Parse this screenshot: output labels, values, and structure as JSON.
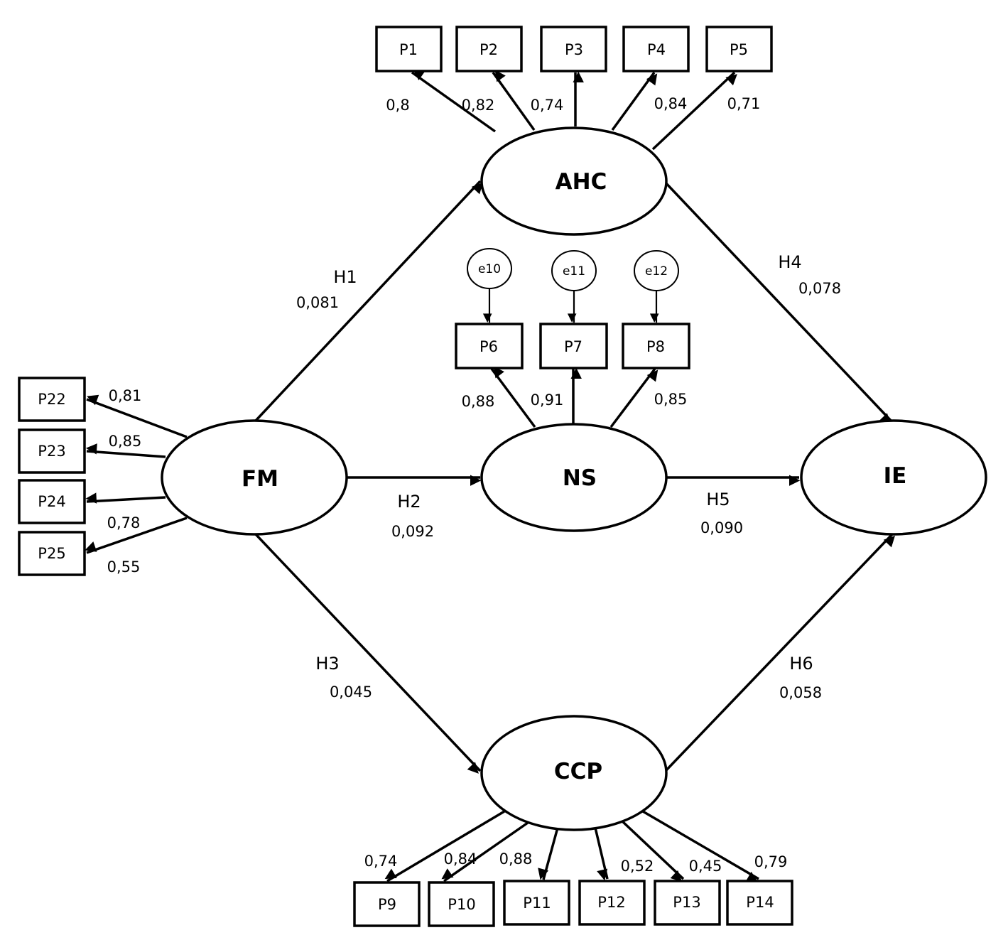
{
  "title": "Structural equation model path diagram",
  "latents": {
    "AHC": "AHC",
    "FM": "FM",
    "NS": "NS",
    "IE": "IE",
    "CCP": "CCP"
  },
  "indicators": {
    "AHC": [
      {
        "label": "P1",
        "loading": "0,8"
      },
      {
        "label": "P2",
        "loading": "0,82"
      },
      {
        "label": "P3",
        "loading": "0,74"
      },
      {
        "label": "P4",
        "loading": "0,84"
      },
      {
        "label": "P5",
        "loading": "0,71"
      }
    ],
    "NS": [
      {
        "label": "P6",
        "loading": "0,88",
        "error": "e10"
      },
      {
        "label": "P7",
        "loading": "0,91",
        "error": "e11"
      },
      {
        "label": "P8",
        "loading": "0,85",
        "error": "e12"
      }
    ],
    "FM": [
      {
        "label": "P22",
        "loading": "0,81"
      },
      {
        "label": "P23",
        "loading": "0,85"
      },
      {
        "label": "P24",
        "loading": "0,78"
      },
      {
        "label": "P25",
        "loading": "0,55"
      }
    ],
    "CCP": [
      {
        "label": "P9",
        "loading": "0,74"
      },
      {
        "label": "P10",
        "loading": "0,84"
      },
      {
        "label": "P11",
        "loading": "0,88"
      },
      {
        "label": "P12",
        "loading": "0,52"
      },
      {
        "label": "P13",
        "loading": "0,45"
      },
      {
        "label": "P14",
        "loading": "0,79"
      }
    ]
  },
  "hypotheses": [
    {
      "id": "H1",
      "from": "FM",
      "to": "AHC",
      "value": "0,081"
    },
    {
      "id": "H2",
      "from": "FM",
      "to": "NS",
      "value": "0,092"
    },
    {
      "id": "H3",
      "from": "FM",
      "to": "CCP",
      "value": "0,045"
    },
    {
      "id": "H4",
      "from": "AHC",
      "to": "IE",
      "value": "0,078"
    },
    {
      "id": "H5",
      "from": "NS",
      "to": "IE",
      "value": "0,090"
    },
    {
      "id": "H6",
      "from": "CCP",
      "to": "IE",
      "value": "0,058"
    }
  ]
}
